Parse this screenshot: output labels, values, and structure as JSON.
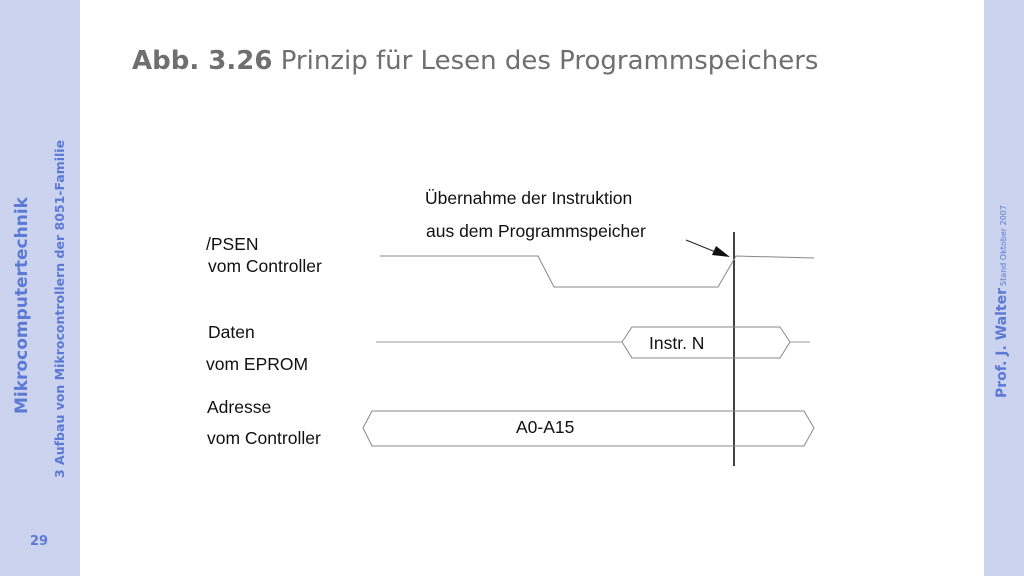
{
  "sidebar": {
    "course": "Mikrocomputertechnik",
    "chapter": "3 Aufbau von Mikrocontrollern der 8051-Familie",
    "page": "29",
    "author": "Prof. J. Walter",
    "date": "Stand Oktober 2007"
  },
  "title": {
    "number": "Abb. 3.26",
    "text": "Prinzip für Lesen des Programmspeichers"
  },
  "diagram": {
    "annotation_line1": "Übernahme der Instruktion",
    "annotation_line2": "aus dem Programmspeicher",
    "psen_label": "/PSEN",
    "psen_sub": "vom Controller",
    "data_label": "Daten",
    "data_sub": "vom EPROM",
    "data_value": "Instr. N",
    "addr_label": "Adresse",
    "addr_sub": "vom Controller",
    "addr_value": "A0-A15"
  },
  "colors": {
    "sidebar_bg": "#ccd3ee",
    "sidebar_text": "#5b7ad6",
    "title_text": "#6f6f6f"
  }
}
